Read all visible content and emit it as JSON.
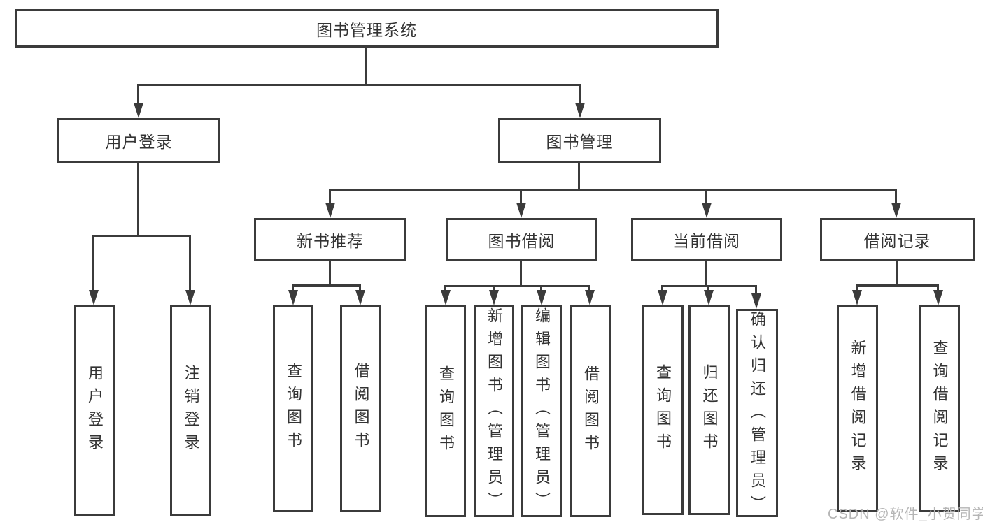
{
  "diagram": {
    "title_node": "图书管理系统",
    "root": {
      "label": "图书管理系统"
    },
    "branches": [
      {
        "label": "用户登录",
        "children": [
          {
            "label": "用户登录"
          },
          {
            "label": "注销登录"
          }
        ]
      },
      {
        "label": "图书管理",
        "groups": [
          {
            "label": "新书推荐",
            "children": [
              {
                "label": "查询图书"
              },
              {
                "label": "借阅图书"
              }
            ]
          },
          {
            "label": "图书借阅",
            "children": [
              {
                "label": "查询图书"
              },
              {
                "label": "新增图书（管理员）"
              },
              {
                "label": "编辑图书（管理员）"
              },
              {
                "label": "借阅图书"
              }
            ]
          },
          {
            "label": "当前借阅",
            "children": [
              {
                "label": "查询图书"
              },
              {
                "label": "归还图书"
              },
              {
                "label": "确认归还（管理员）"
              }
            ]
          },
          {
            "label": "借阅记录",
            "children": [
              {
                "label": "新增借阅记录"
              },
              {
                "label": "查询借阅记录"
              }
            ]
          }
        ]
      }
    ]
  },
  "watermark": {
    "text": "CSDN @软件_小贺同学",
    "color": "#b5b5b5"
  },
  "colors": {
    "line": "#3b3b3b",
    "text": "#333333",
    "background": "#ffffff"
  }
}
